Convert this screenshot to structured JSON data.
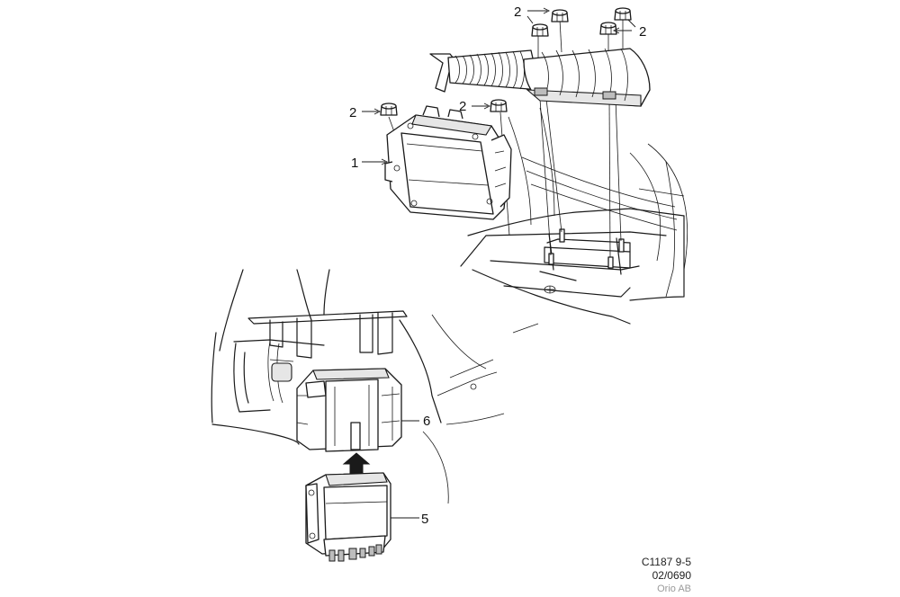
{
  "callouts": {
    "c1": "1",
    "c2a": "2",
    "c2b": "2",
    "c2c": "2",
    "c2d": "2",
    "c5": "5",
    "c6": "6"
  },
  "footer": {
    "code": "C1187 9-5",
    "date": "02/0690",
    "credit": "Orio AB"
  }
}
